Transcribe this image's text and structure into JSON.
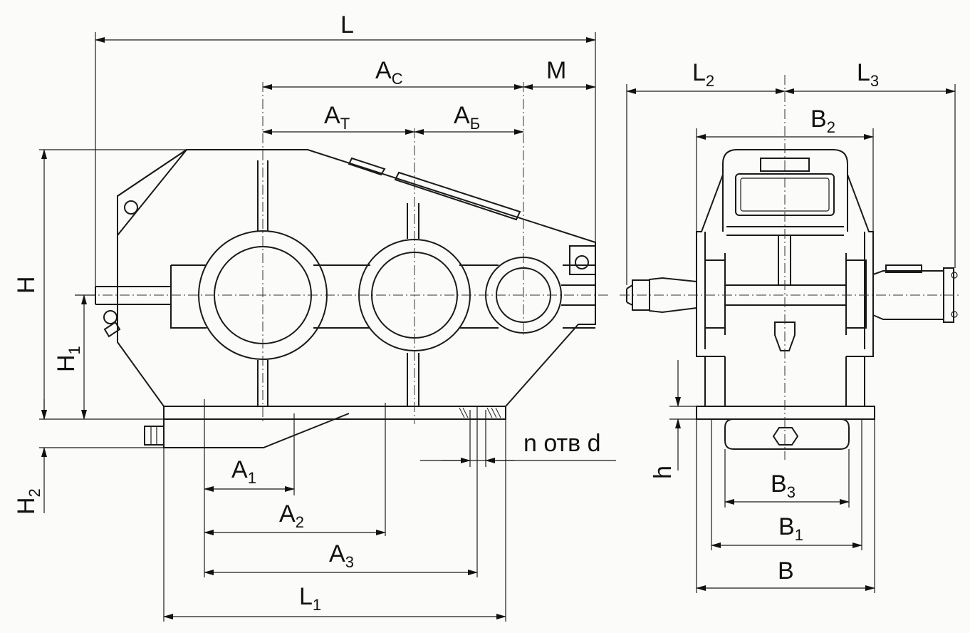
{
  "dimensions": {
    "L": "L",
    "M": "M",
    "A_C": {
      "base": "A",
      "sub": "C"
    },
    "A_T": {
      "base": "A",
      "sub": "T"
    },
    "A_B": {
      "base": "A",
      "sub": "Б"
    },
    "H": "H",
    "H1": {
      "base": "H",
      "sub": "1"
    },
    "H2": {
      "base": "H",
      "sub": "2"
    },
    "A1": {
      "base": "A",
      "sub": "1"
    },
    "A2": {
      "base": "A",
      "sub": "2"
    },
    "A3": {
      "base": "A",
      "sub": "3"
    },
    "L1": {
      "base": "L",
      "sub": "1"
    },
    "L2": {
      "base": "L",
      "sub": "2"
    },
    "L3": {
      "base": "L",
      "sub": "3"
    },
    "B": "B",
    "B1": {
      "base": "B",
      "sub": "1"
    },
    "B2": {
      "base": "B",
      "sub": "2"
    },
    "B3": {
      "base": "B",
      "sub": "3"
    },
    "h": "h",
    "holes": "n отв d"
  }
}
